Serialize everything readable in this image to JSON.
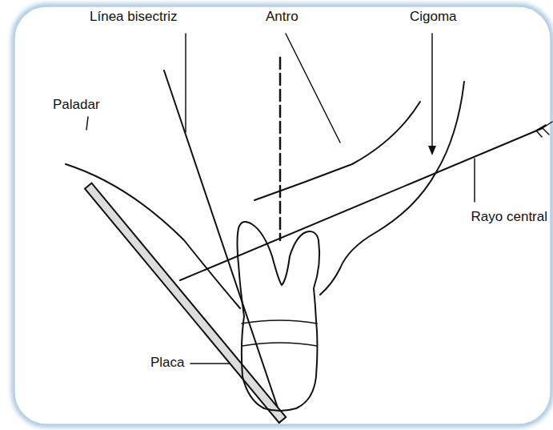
{
  "diagram": {
    "labels": [
      "Línea bisectriz",
      "Antro",
      "Cigoma",
      "Paladar",
      "Rayo central",
      "Placa"
    ]
  }
}
